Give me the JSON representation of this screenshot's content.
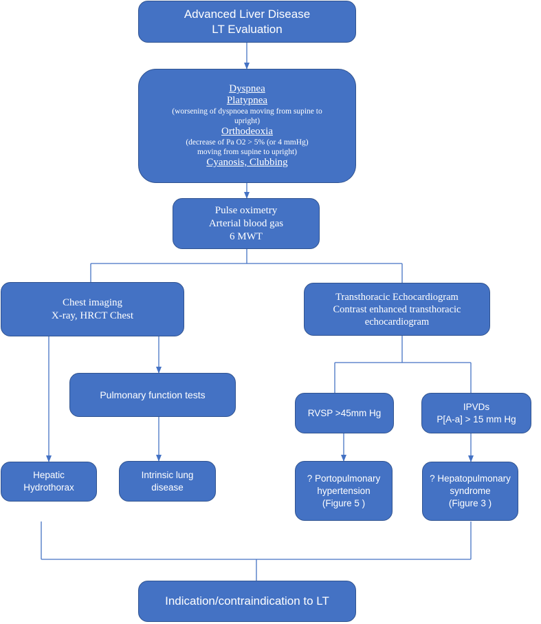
{
  "nodes": {
    "advanced_liver_disease": {
      "lines": [
        "Advanced Liver Disease",
        "LT Evaluation"
      ]
    },
    "symptoms": {
      "dyspnea": "Dyspnea",
      "platypnea": "Platypnea",
      "platypnea_desc": [
        "(worsening of dyspnoea moving from supine to",
        "upright)"
      ],
      "orthodeoxia": "Orthodeoxia",
      "orthodeoxia_desc": [
        "(decrease of Pa O2 > 5% (or 4 mmHg)",
        "moving from supine to upright)"
      ],
      "cyanosis": "Cyanosis, Clubbing"
    },
    "pulse_oximetry": {
      "lines": [
        "Pulse oximetry",
        "Arterial blood gas",
        "6 MWT"
      ]
    },
    "chest_imaging": {
      "lines": [
        "Chest imaging",
        "X-ray, HRCT Chest"
      ]
    },
    "echo": {
      "lines": [
        "Transthoracic Echocardiogram",
        "Contrast enhanced transthoracic",
        "echocardiogram"
      ]
    },
    "pft": {
      "lines": [
        "Pulmonary function tests"
      ]
    },
    "rvsp": {
      "lines": [
        "RVSP >45mm Hg"
      ]
    },
    "ipvds": {
      "lines": [
        "IPVDs",
        "P[A-a] > 15 mm Hg"
      ]
    },
    "hydrothorax": {
      "lines": [
        "Hepatic",
        "Hydrothorax"
      ]
    },
    "intrinsic": {
      "lines": [
        "Intrinsic lung",
        "disease"
      ]
    },
    "portopulmonary": {
      "lines": [
        "? Portopulmonary",
        "hypertension",
        "(Figure 5 )"
      ]
    },
    "hepatopulmonary": {
      "lines": [
        "? Hepatopulmonary",
        "syndrome",
        "(Figure 3 )"
      ]
    },
    "indication": {
      "lines": [
        "Indication/contraindication to LT"
      ]
    }
  },
  "colors": {
    "box_fill": "#4472c4",
    "box_border": "#2f528f",
    "connector": "#4472c4",
    "text": "#ffffff"
  }
}
